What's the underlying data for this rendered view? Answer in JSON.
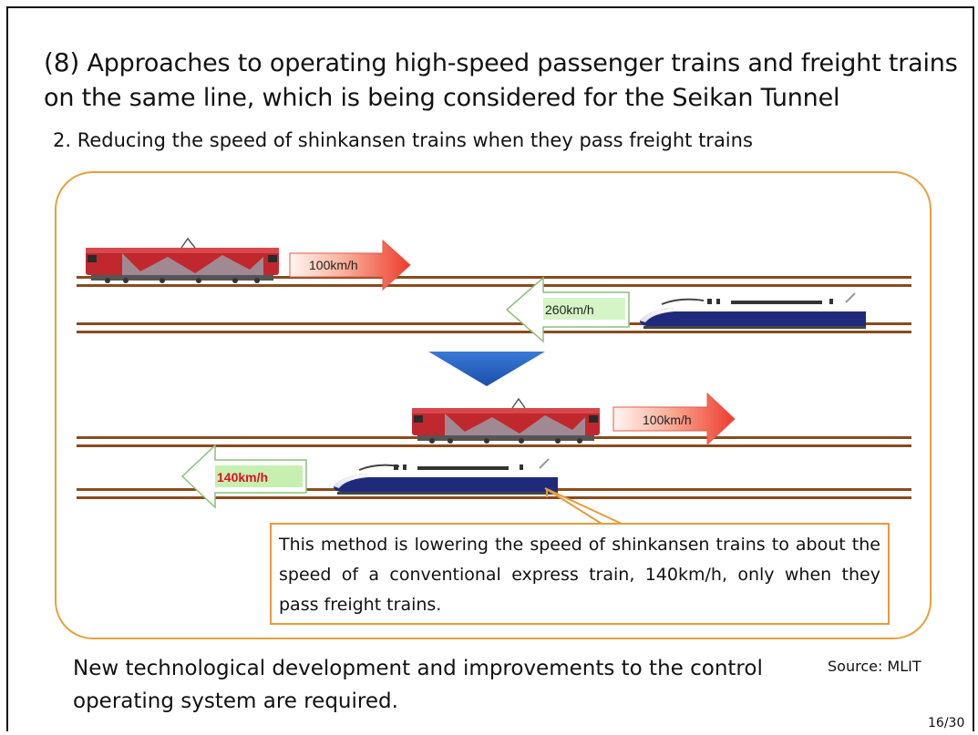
{
  "slide": {
    "title_number": "(8)",
    "title_line1": "Approaches to operating high-speed passenger trains and freight trains",
    "title_line2": "on the same line, which is being considered for the Seikan Tunnel",
    "subtitle": "2. Reducing the speed of shinkansen trains when they pass freight trains",
    "note": "This method is lowering the speed of shinkansen trains to about the speed of a conventional express train, 140km/h, only when they pass freight trains.",
    "footer": "New technological development and improvements to the control operating system are required.",
    "source": "Source: MLIT",
    "page_number": "16/30"
  },
  "diagram": {
    "before": {
      "freight_speed": "100km/h",
      "shinkansen_speed": "260km/h"
    },
    "after": {
      "freight_speed": "100km/h",
      "shinkansen_speed": "140km/h"
    }
  },
  "colors": {
    "panel_border": "#e8a03c",
    "track": "#8a4b1c",
    "freight_body": "#c0282e",
    "shinkansen_body": "#1f2a7a",
    "right_arrow": "#f0503a",
    "left_arrow_fill": "#ffffff",
    "left_arrow_border": "#79b86a",
    "speed_label_green": "#c6f0b0",
    "slow_speed_text": "#e0101e",
    "transition_arrow": "#1f5ec0"
  },
  "icons": [
    "freight-locomotive-icon",
    "shinkansen-train-icon",
    "down-arrow-icon"
  ]
}
